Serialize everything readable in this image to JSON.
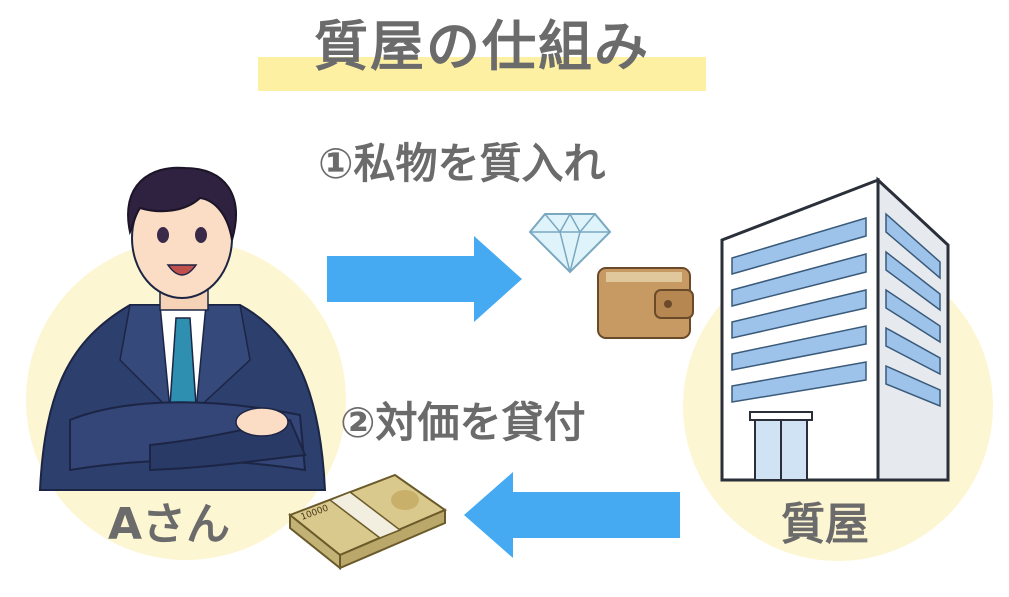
{
  "title": "質屋の仕組み",
  "steps": {
    "step1": "①私物を質入れ",
    "step2": "②対価を貸付"
  },
  "parties": {
    "person": "Aさん",
    "pawnshop": "質屋"
  },
  "banknote_text": "10000",
  "colors": {
    "arrow": "#45aaf2",
    "circle": "#fdf6d2",
    "title_band": "#fdf0a3",
    "text": "#6b6b6b"
  },
  "icons": [
    "businessman-illustration",
    "diamond-icon",
    "wallet-icon",
    "building-icon",
    "banknote-bundle-icon",
    "arrow-right-icon",
    "arrow-left-icon"
  ]
}
